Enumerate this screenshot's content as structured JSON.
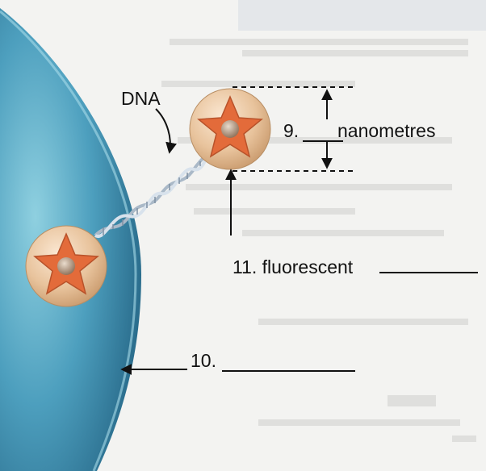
{
  "labels": {
    "dna": "DNA",
    "label_9_number": "9.",
    "label_9_unit": "nanometres",
    "label_10": "10.",
    "label_11": "11. fluorescent"
  },
  "colors": {
    "cell": "#3a86a8",
    "cell_highlight": "#7cc3d6",
    "sphere": "#e9c8a4",
    "star": "#e36b3a",
    "dna_strand": "#b9c9d6",
    "background_page": "#f3f3f1"
  },
  "icons": {
    "particle": "fluorescent-particle-icon",
    "cell": "cell-membrane",
    "dna": "dna-helix"
  }
}
